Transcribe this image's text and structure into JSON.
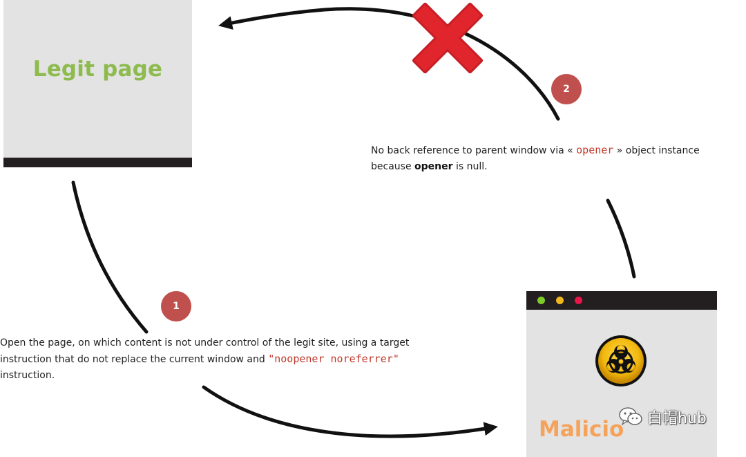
{
  "legit_page": {
    "title": "Legit page"
  },
  "malicious_page": {
    "title": "Malicio"
  },
  "steps": {
    "one": {
      "number": "1",
      "text": {
        "line1": "Open the page, on which content is not under control of the legit site, using a target",
        "line2_pre": "instruction that do not replace the current window and ",
        "line2_code": "\"noopener noreferrer\"",
        "line3": "instruction."
      }
    },
    "two": {
      "number": "2",
      "text": {
        "line1_pre": "No back reference  to parent window via « ",
        "line1_code": "opener",
        "line1_post": " » object instance",
        "line2_pre": "because ",
        "line2_bold": "opener",
        "line2_post": " is null."
      }
    }
  },
  "watermark": {
    "text": "白帽hub"
  },
  "colors": {
    "legit_green": "#8dbb4e",
    "malicious_orange": "#f5a25b",
    "badge_red": "#c0504d",
    "code_red": "#c0392b",
    "cross_red": "#e0252c",
    "window_gray": "#e3e3e3",
    "window_bar": "#231f20"
  },
  "icons": [
    "cross-icon",
    "biohazard-icon",
    "wechat-icon",
    "arrowhead-icon"
  ]
}
